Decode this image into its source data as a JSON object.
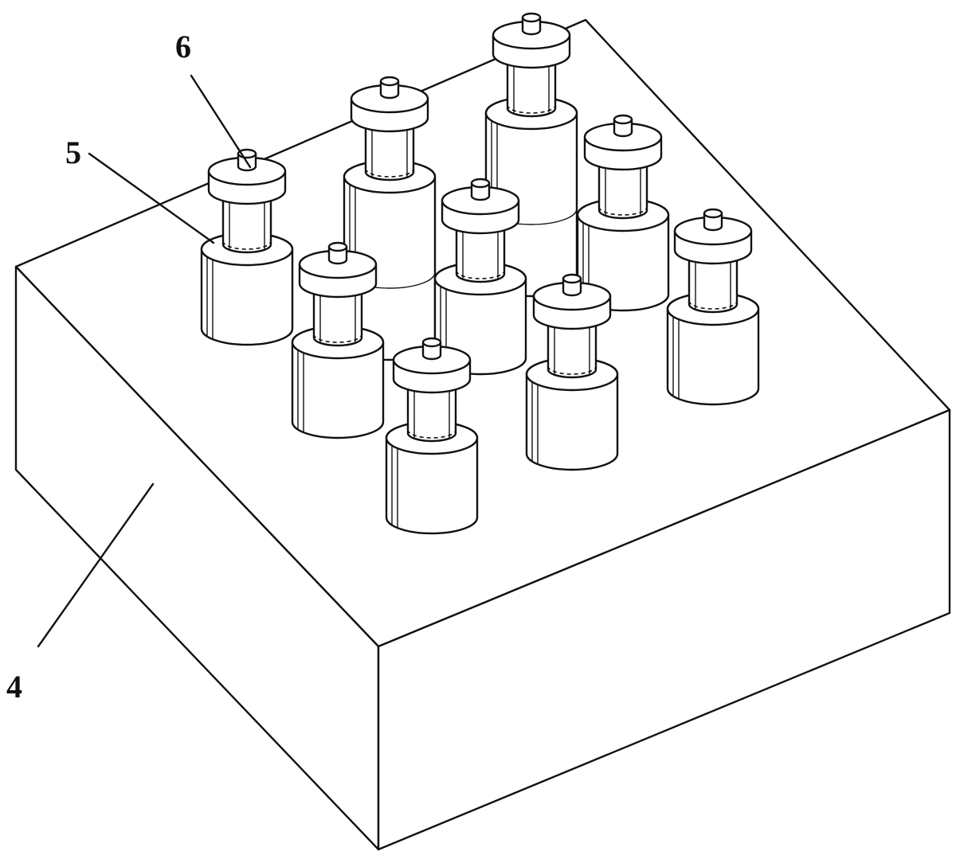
{
  "figure": {
    "labels": [
      {
        "id": "4",
        "text": "4"
      },
      {
        "id": "5",
        "text": "5"
      },
      {
        "id": "6",
        "text": "6"
      }
    ],
    "vial_count": 9,
    "line_color": "#111111",
    "background": "#ffffff"
  }
}
